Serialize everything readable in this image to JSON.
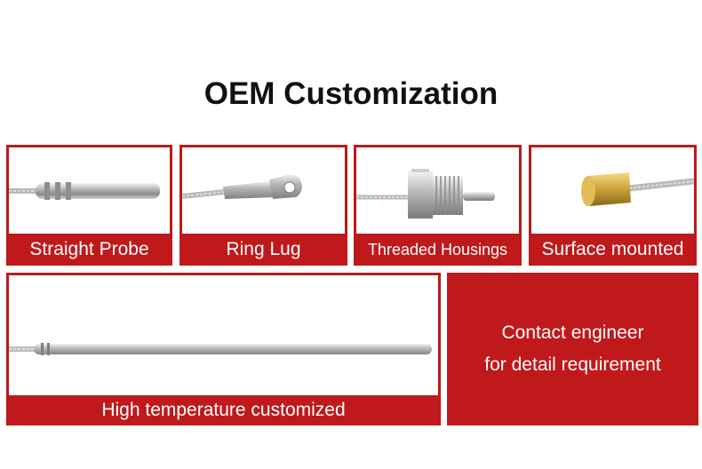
{
  "header": {
    "title": "OEM Customization"
  },
  "products": [
    {
      "label": "Straight Probe",
      "image": "straight-probe-image"
    },
    {
      "label": "Ring Lug",
      "image": "ring-lug-image"
    },
    {
      "label": "Threaded Housings",
      "image": "threaded-housing-image"
    },
    {
      "label": "Surface mounted",
      "image": "surface-mounted-image"
    },
    {
      "label": "High temperature customized",
      "image": "long-probe-image"
    }
  ],
  "contact": {
    "line1": "Contact engineer",
    "line2": "for detail requirement"
  },
  "colors": {
    "accent": "#c0191b",
    "text": "#111111"
  }
}
